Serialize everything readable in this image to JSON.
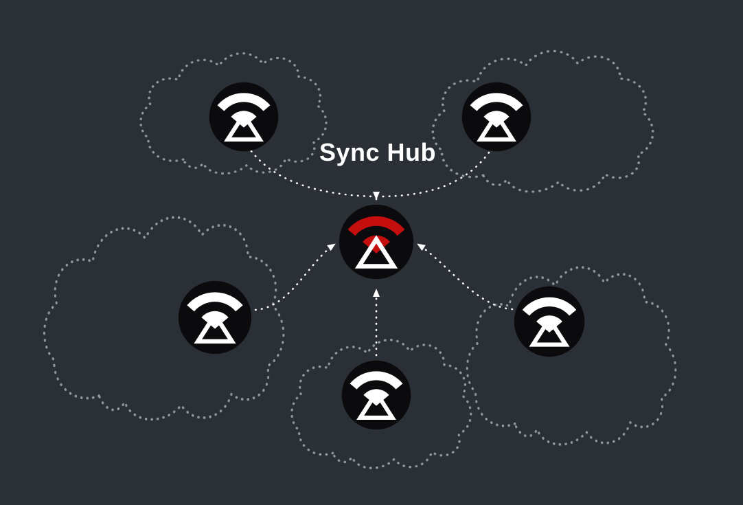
{
  "diagram": {
    "title": "Sync Hub",
    "colors": {
      "background": "#2a3036",
      "node_fill": "#0b0b0d",
      "icon_white": "#ffffff",
      "hub_signal": "#c50f0f",
      "cloud_outline": "#8f969b",
      "arrow": "#ffffff",
      "title_text": "#ffffff"
    },
    "hub": {
      "name": "sync-hub-device",
      "icon": "wifi-hourglass-device-icon",
      "signal_color": "#c50f0f"
    },
    "devices": [
      "top-left",
      "top-right",
      "mid-left",
      "bottom-center",
      "mid-right"
    ]
  }
}
